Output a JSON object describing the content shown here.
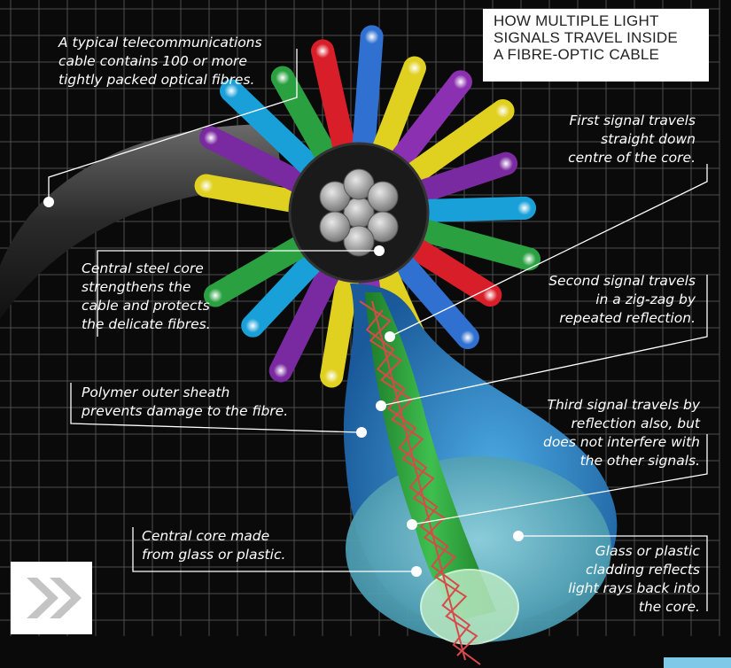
{
  "title": {
    "lines": [
      "HOW MULTIPLE LIGHT",
      "SIGNALS TRAVEL INSIDE",
      "A FIBRE-OPTIC CABLE"
    ]
  },
  "labels": {
    "cable": [
      "A typical telecommunications",
      "cable contains 100 or more",
      "tightly packed optical fibres."
    ],
    "first_signal": [
      "First signal travels",
      "straight down",
      "centre of the core."
    ],
    "steel_core": [
      "Central steel core",
      "strengthens the",
      "cable and protects",
      "the delicate fibres."
    ],
    "second_signal": [
      "Second signal travels",
      "in a zig-zag by",
      "repeated reflection."
    ],
    "sheath": [
      "Polymer outer sheath",
      "prevents damage to the fibre."
    ],
    "third_signal": [
      "Third signal travels by",
      "reflection also, but",
      "does not interfere with",
      "the other signals."
    ],
    "core": [
      "Central core made",
      "from glass or plastic."
    ],
    "cladding": [
      "Glass or plastic",
      "cladding reflects",
      "light rays back into",
      "the core."
    ]
  },
  "icons": {
    "nav": "double-chevron-right-icon"
  },
  "colors": {
    "background": "#0a0a0a",
    "grid": "#5a5a5a",
    "sheath_blue": "#2f8fd4",
    "cladding_teal": "#5fb3c4",
    "core_green": "#2e9e3a",
    "light_ray": "#d84a4a",
    "fibre_colors": [
      "#e0d020",
      "#7a2aa0",
      "#1aa0d8",
      "#2aa040",
      "#d81e28",
      "#3070d0",
      "#e0d020",
      "#8a30b0"
    ]
  }
}
